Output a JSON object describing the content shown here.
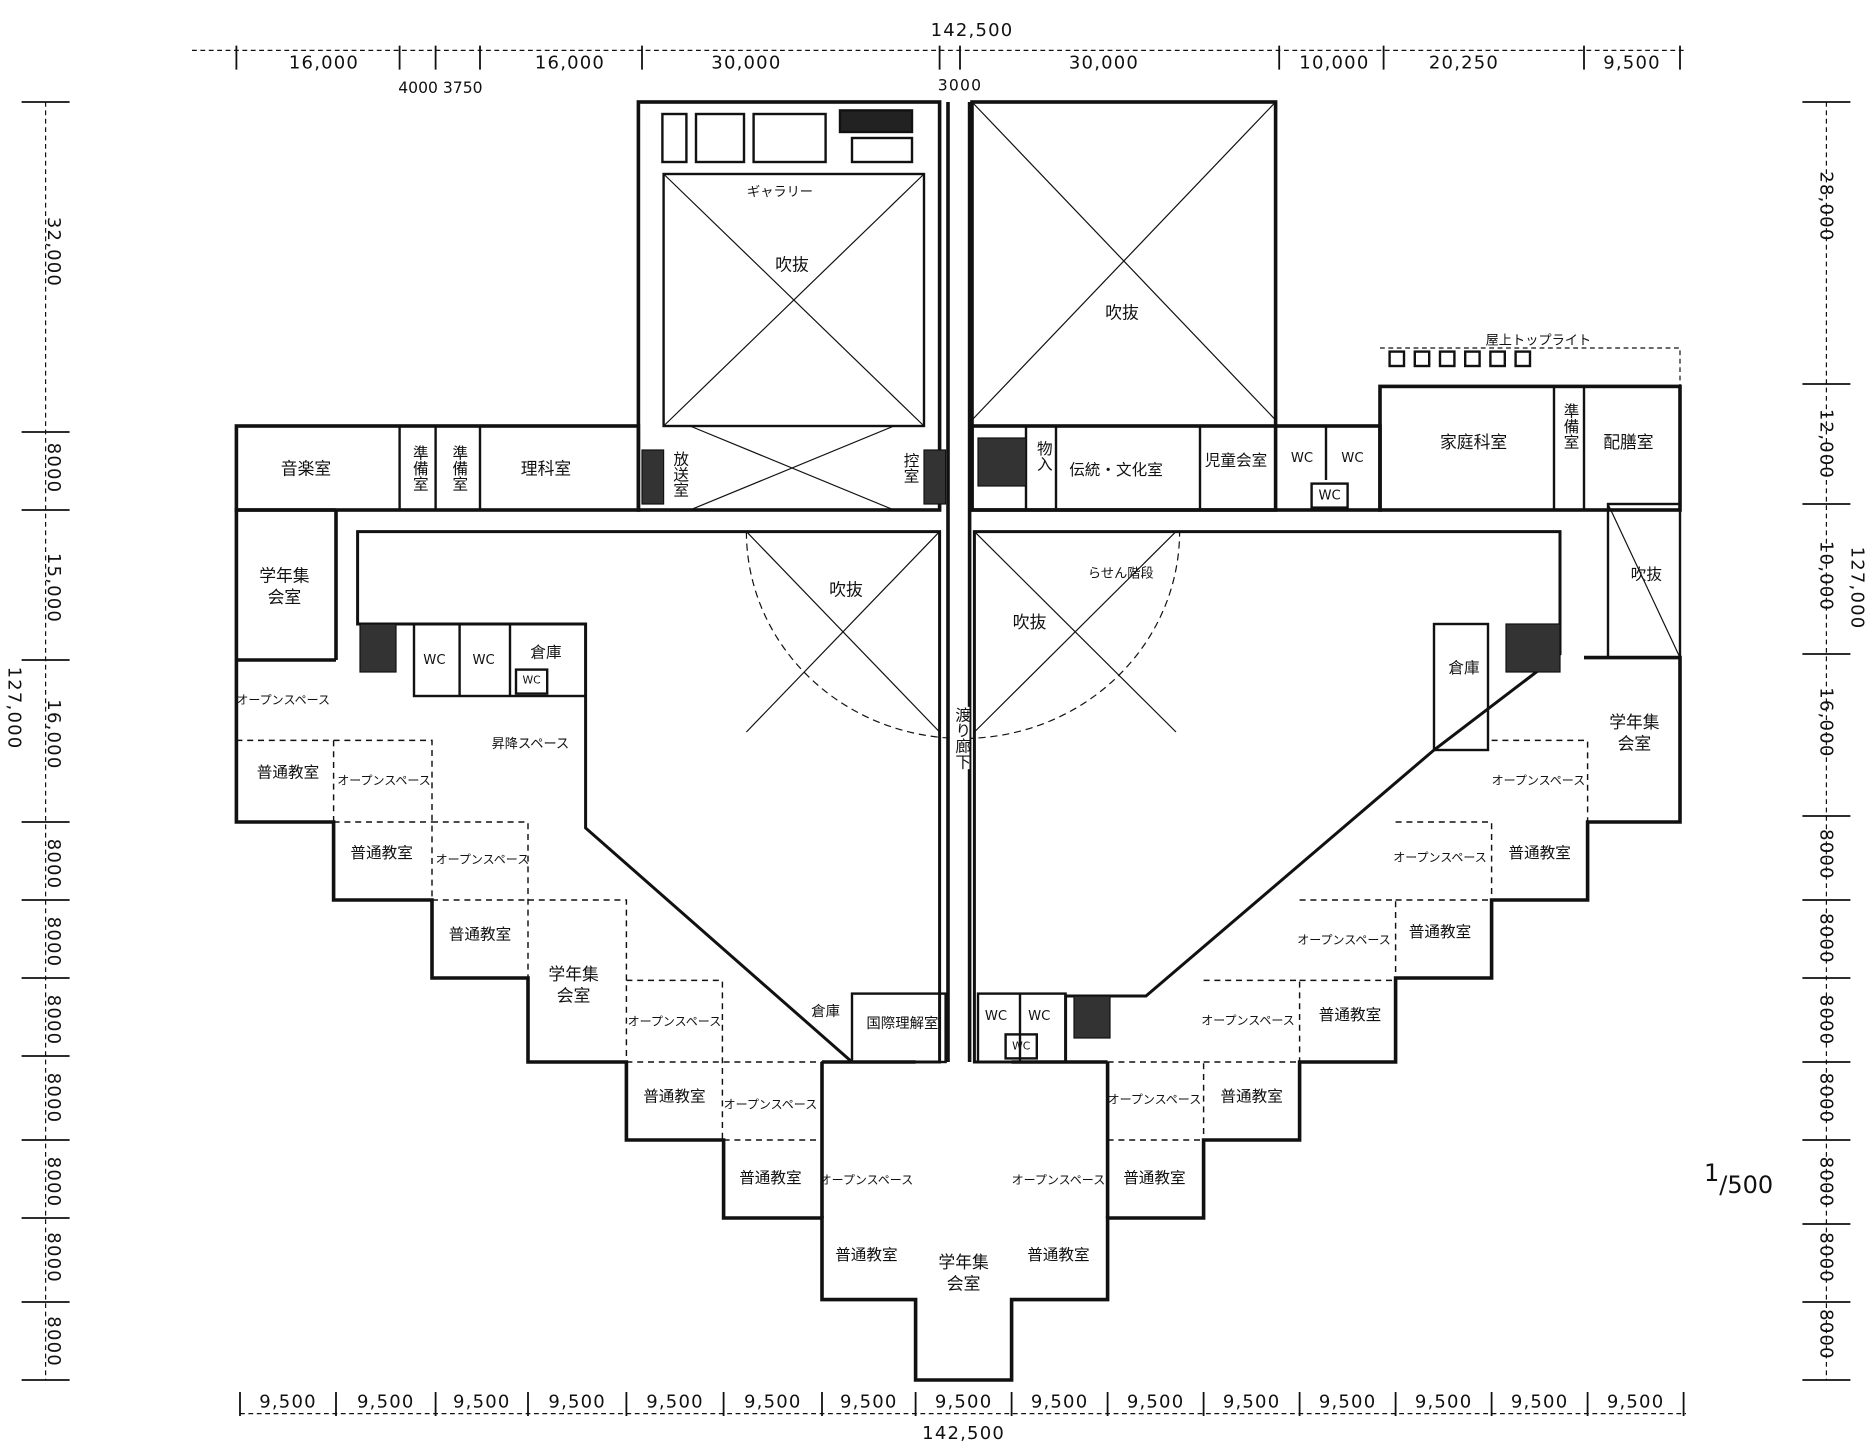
{
  "dimensions": {
    "top_total": "142,500",
    "top": [
      "16,000",
      "4000 3750",
      "16,000",
      "30,000",
      "3000",
      "30,000",
      "10,000",
      "20,250",
      "9,500"
    ],
    "left_total": "127,000",
    "left": [
      "32,000",
      "8000",
      "15,000",
      "16,000",
      "8000",
      "8000",
      "8000",
      "8000",
      "8000",
      "8000",
      "8000"
    ],
    "right_total": "127,000",
    "right": [
      "28,000",
      "12,000",
      "10,000",
      "16,000",
      "8000",
      "8000",
      "8000",
      "8000",
      "8000",
      "8000",
      "8000"
    ],
    "bottom_total": "142,500",
    "bottom": [
      "9,500",
      "9,500",
      "9,500",
      "9,500",
      "9,500",
      "9,500",
      "9,500",
      "9,500",
      "9,500",
      "9,500",
      "9,500",
      "9,500",
      "9,500",
      "9,500",
      "9,500"
    ]
  },
  "scale": {
    "num": "1",
    "den": "500"
  },
  "rooms": [
    "音楽室",
    "準備室",
    "準備室",
    "理科室",
    "放送室",
    "ギャラリー",
    "吹抜",
    "控室",
    "吹抜",
    "物入",
    "伝統・文化室",
    "児童会室",
    "WC",
    "WC",
    "WC",
    "屋上トップライト",
    "家庭科室",
    "準備室",
    "配膳室",
    "学年集会室",
    "WC",
    "WC",
    "倉庫",
    "WC",
    "オープンスペース",
    "昇降スペース",
    "普通教室",
    "オープンスペース",
    "普通教室",
    "オープンスペース",
    "普通教室",
    "学年集会室",
    "オープンスペース",
    "普通教室",
    "オープンスペース",
    "普通教室",
    "オープンスペース",
    "普通教室",
    "学年集会室",
    "オープンスペース",
    "普通教室",
    "普通教室",
    "オープンスペース",
    "普通教室",
    "オープンスペース",
    "普通教室",
    "オープンスペース",
    "普通教室",
    "オープンスペース",
    "普通教室",
    "オープンスペース",
    "学年集会室",
    "倉庫",
    "吹抜",
    "吹抜",
    "吹抜",
    "らせん階段",
    "渡り廊下",
    "倉庫",
    "国際理解室",
    "WC",
    "WC",
    "WC"
  ]
}
